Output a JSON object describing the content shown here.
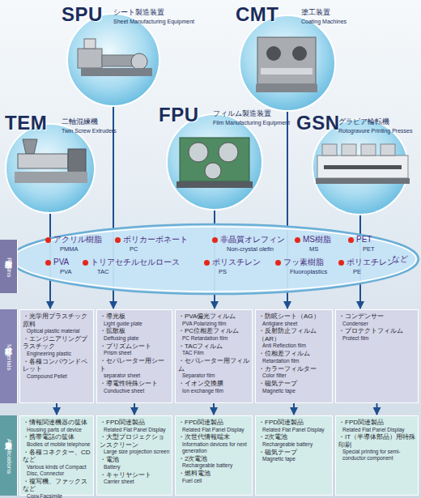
{
  "diagram": {
    "nodes": [
      {
        "text": [
          "SPU",
          "シート製造装置",
          "Sheet Manufacturing Equipment"
        ]
      },
      {
        "text": [
          "CMT",
          "塗工装置",
          "Coating Machines"
        ]
      },
      {
        "text": [
          "TEM",
          "二軸混練機",
          "Twin Screw Extruders"
        ]
      },
      {
        "text": [
          "FPU",
          "フィルム製造装置",
          "Film Manufacturing Equipment"
        ]
      },
      {
        "text": [
          "GSN",
          "グラビア輪転機",
          "Rotogravure Printing Presses"
        ]
      },
      {
        "text": [
          "樹脂",
          "Resins"
        ]
      },
      {
        "text": [
          "アクリル樹脂",
          "PMMA",
          "ポリカーボネート",
          "PC",
          "非晶質オレフィン",
          "Non-crystal olefin",
          "MS樹脂",
          "MS",
          "PET",
          "PET",
          "など",
          "PVA",
          "PVA",
          "トリアセチルセルロース",
          "TAC",
          "ポリスチレン",
          "PS",
          "フッ素樹脂",
          "Fluoroplastics",
          "ポリエチレン",
          "PE"
        ]
      },
      {
        "text": [
          "部材",
          "Materials"
        ]
      },
      {
        "text": [
          "・光学用プラスチック原料",
          "Optical plastic material",
          "・エンジニアリングプラスチック",
          "Engineering plastic",
          "・各種コンパウンドペレット",
          "Compound Pellet"
        ]
      },
      {
        "text": [
          "・導光板",
          "Light guide plate",
          "・拡散板",
          "Deffusing plate",
          "・プリズムシート",
          "Prism sheet",
          "・セパレーター用シート",
          "separator sheet",
          "・導電性特殊シート",
          "Conductive sheet"
        ]
      },
      {
        "text": [
          "・PVA偏光フィルム",
          "PVA Polarizing film",
          "・PC位相差フィルム",
          "PC Retardation film",
          "・TACフィルム",
          "TAC Film",
          "・セパレーター用フィルム",
          "Separator film",
          "・イオン交換膜",
          "Ion exchange film"
        ]
      },
      {
        "text": [
          "・防眩シート（AG）",
          "Antiglare sheet",
          "・反射防止フィルム（AR）",
          "Anti Reflection film",
          "・位相差フィルム",
          "Retardation film",
          "・カラーフィルター",
          "Color filter",
          "・磁気テープ",
          "Magnetic tape"
        ]
      },
      {
        "text": [
          "・コンデンサー",
          "Condenser",
          "・プロテクトフィルム",
          "Protect film"
        ]
      },
      {
        "text": [
          "用途",
          "Applications"
        ]
      },
      {
        "text": [
          "・情報関連機器の筐体",
          "Housing parts of device",
          "・携帯電話の筐体",
          "Bodies of mobile telephone",
          "・各種コネクター、CDなど",
          "Various kinds of Compact Disc, Connector",
          "・複写機、ファックスなど",
          "Copy,Facsimile"
        ]
      },
      {
        "text": [
          "・FPD関連製品",
          "Related Flat Panel Display",
          "・大型プロジェクションスクリーン",
          "Large size projection screen",
          "・電池",
          "Battery",
          "・キャリヤシート",
          "Carrier sheet"
        ]
      },
      {
        "text": [
          "・FPD関連製品",
          "Related Flat Panel Display",
          "・次世代情報端末",
          "Information devices for next generation",
          "・2次電池",
          "Rechargeable battery",
          "・燃料電池",
          "Fuel cell"
        ]
      },
      {
        "text": [
          "・FPD関連製品",
          "Related Flat Panel Display",
          "・2次電池",
          "Rechargeable battery",
          "・磁気テープ",
          "Magnetic tape"
        ]
      },
      {
        "text": [
          "・FPD関連製品",
          "Related Flat Panel Display",
          "・IT（半導体部品）用特殊印刷",
          "Special printing for semi-conductor component"
        ]
      }
    ],
    "edges": [
      {
        "from": 2,
        "to": 8,
        "arrow": "to"
      },
      {
        "from": 0,
        "to": 9,
        "arrow": "to"
      },
      {
        "from": 3,
        "to": 10,
        "arrow": "to"
      },
      {
        "from": 1,
        "to": 11,
        "arrow": "to"
      },
      {
        "from": 4,
        "to": 12,
        "arrow": "to"
      },
      {
        "from": 8,
        "to": 14,
        "arrow": "to"
      },
      {
        "from": 9,
        "to": 15,
        "arrow": "to"
      },
      {
        "from": 10,
        "to": 16,
        "arrow": "to"
      },
      {
        "from": 11,
        "to": 17,
        "arrow": "to"
      },
      {
        "from": 12,
        "to": 18,
        "arrow": "to"
      }
    ]
  }
}
